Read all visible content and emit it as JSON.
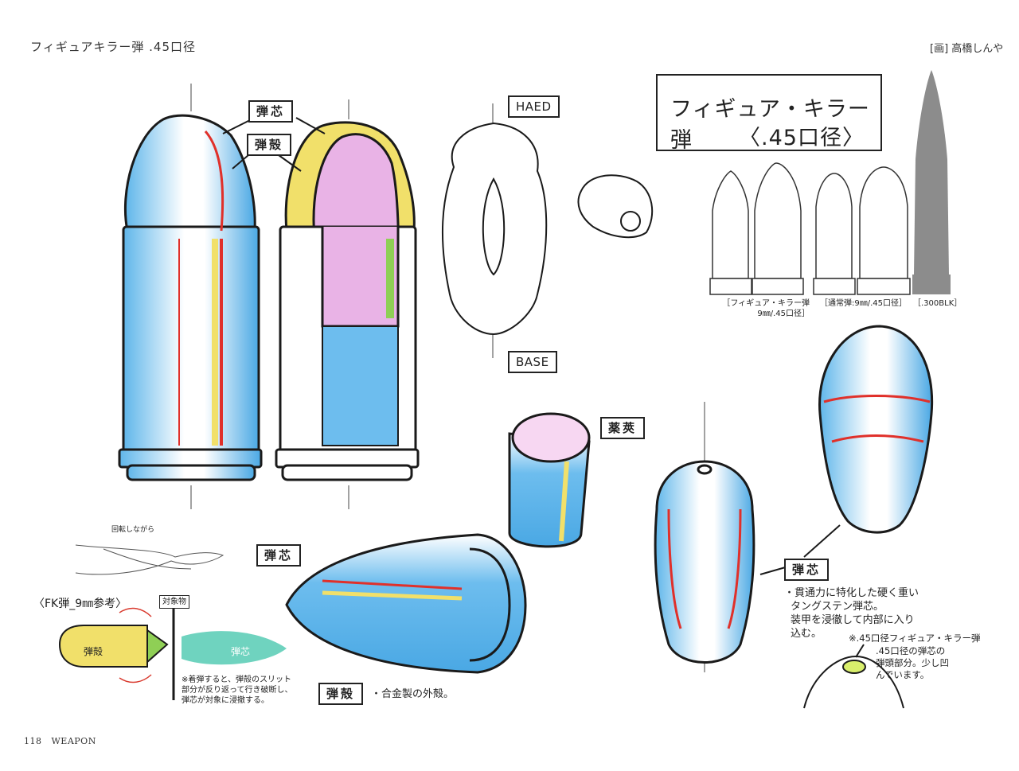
{
  "header": {
    "left_title": "フィギュアキラー弾 .45口径",
    "credit": "[画] 高橋しんや"
  },
  "footer": {
    "page_number": "118",
    "section": "WEAPON"
  },
  "title_box": {
    "line1": "フィギュア・キラー弾",
    "line2": "〈.45口径〉"
  },
  "labels": {
    "core_top": "弾芯",
    "shell_top": "弾殻",
    "head": "HAED",
    "base": "BASE",
    "casing": "薬莢",
    "core_bottom": "弾芯",
    "shell_bottom": "弾殻",
    "core_right": "弾芯"
  },
  "comparison": {
    "caption1_line1": "［フィギュア・キラー弾",
    "caption1_line2": "9㎜/.45口径］",
    "caption2": "［通常弾:9㎜/.45口径］",
    "caption3": "［.300BLK］"
  },
  "fk_reference": {
    "rotation_label": "回転しながら",
    "title": "〈FK弾_9㎜参考〉",
    "target_label": "対象物",
    "shell_label": "弾殻",
    "core_label": "弾芯",
    "note_line1": "※着弾すると、弾殻のスリット",
    "note_line2": "部分が反り返って行き破断し、",
    "note_line3": "弾芯が対象に浸撤する。"
  },
  "shell_note": "・合金製の外殻。",
  "core_note": {
    "line1": "・貫通力に特化した硬く重い",
    "line2": "タングステン弾芯。",
    "line3": "装甲を浸徹して内部に入り",
    "line4": "込む。"
  },
  "tip_note": {
    "line1": "※.45口径フィギュア・キラー弾",
    "line2": ".45口径の弾芯の",
    "line3": "弾頭部分。少し凹",
    "line4": "んでいます。"
  },
  "colors": {
    "blue": "#5fb6ea",
    "red": "#e0302a",
    "yellow": "#f1e06a",
    "pink": "#e9b3e6",
    "green": "#8fcf55",
    "teal": "#6fd3bf",
    "gray": "#8c8c8c"
  }
}
